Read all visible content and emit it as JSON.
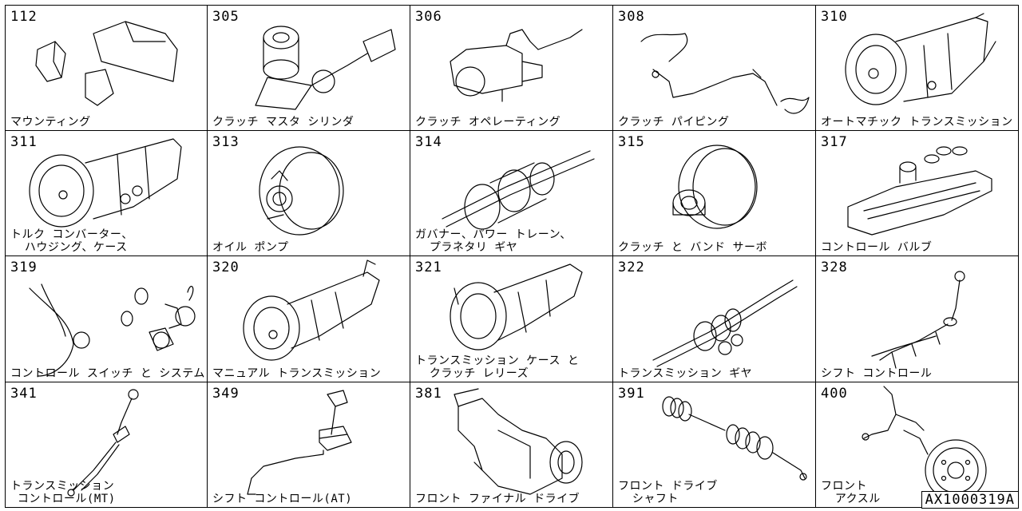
{
  "cells": [
    {
      "code": "112",
      "label": "マウンティング",
      "icon": "mounting-icon"
    },
    {
      "code": "305",
      "label": "クラッチ マスタ シリンダ",
      "icon": "clutch-master-cylinder-icon"
    },
    {
      "code": "306",
      "label": "クラッチ オペレーティング",
      "icon": "clutch-operating-cylinder-icon"
    },
    {
      "code": "308",
      "label": "クラッチ パイピング",
      "icon": "clutch-piping-icon"
    },
    {
      "code": "310",
      "label": "オートマチック トランスミッション",
      "icon": "automatic-transmission-icon"
    },
    {
      "code": "311",
      "label": "トルク コンバーター、\n  ハウジング、ケース",
      "icon": "torque-converter-housing-icon"
    },
    {
      "code": "313",
      "label": "オイル ポンプ",
      "icon": "oil-pump-icon"
    },
    {
      "code": "314",
      "label": "ガバナー、パワー トレーン、\n  プラネタリ ギヤ",
      "icon": "governor-planetary-gear-icon"
    },
    {
      "code": "315",
      "label": "クラッチ と バンド サーボ",
      "icon": "clutch-band-servo-icon"
    },
    {
      "code": "317",
      "label": "コントロール バルブ",
      "icon": "control-valve-icon"
    },
    {
      "code": "319",
      "label": "コントロール スイッチ と システム",
      "icon": "control-switch-icon"
    },
    {
      "code": "320",
      "label": "マニュアル トランスミッション",
      "icon": "manual-transmission-icon"
    },
    {
      "code": "321",
      "label": "トランスミッション ケース と\n  クラッチ レリーズ",
      "icon": "transmission-case-clutch-release-icon"
    },
    {
      "code": "322",
      "label": "トランスミッション ギヤ",
      "icon": "transmission-gear-icon"
    },
    {
      "code": "328",
      "label": "シフト コントロール",
      "icon": "shift-control-icon"
    },
    {
      "code": "341",
      "label": "トランスミッション\n コントロール(MT)",
      "icon": "transmission-control-mt-icon"
    },
    {
      "code": "349",
      "label": "シフト コントロール(AT)",
      "icon": "shift-control-at-icon"
    },
    {
      "code": "381",
      "label": "フロント ファイナル ドライブ",
      "icon": "front-final-drive-icon"
    },
    {
      "code": "391",
      "label": "フロント ドライブ\n  シャフト",
      "icon": "front-drive-shaft-icon"
    },
    {
      "code": "400",
      "label": "フロント\n  アクスル",
      "icon": "front-axle-icon"
    }
  ],
  "reference": "AX1000319A"
}
